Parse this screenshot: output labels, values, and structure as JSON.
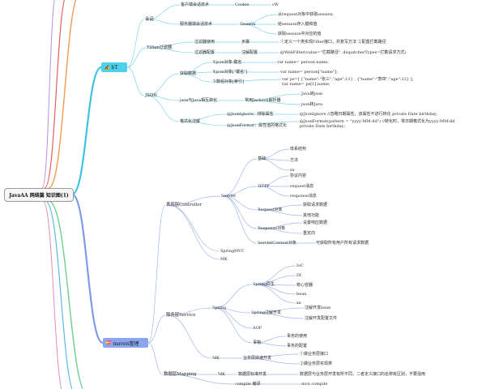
{
  "root": "JavaAA 网络篇 知识图(1)",
  "branch1": {
    "icon": "🔏",
    "label": "bT"
  },
  "branch2": {
    "icon": "💝",
    "label": "maven管理"
  },
  "nodes": {
    "huihua": "会话",
    "kh_save": "客户端会话技术",
    "cookie": "Cookie",
    "cookie_leaf": "cW",
    "fw_save": "服务器端会话技术",
    "session": "Session",
    "s1": "从request对象中获取session",
    "s2": "给session存入键和值",
    "s3": "获取session中对应的值",
    "filter": "Filter过滤器",
    "f_use": "过滤器使用",
    "f_steps": "步骤",
    "f_steps_leaf": "①定义一个类实现Filter接口，并复写方法 ②配置拦截路径",
    "f_conf": "过滤器配置",
    "f_anno": "注解配置",
    "f_anno_leaf": "@WebFilter(value=\"拦截路径\", dispatcherTypes=拦截请求方式)",
    "json": "JSON",
    "j_grammar": "获取数据",
    "j_g1": "①json对象.键名",
    "j_g1v": "var name= person.name;",
    "j_g2": "②json对象[\"键名\"]",
    "j_g2v": "var name= person[\"name\"];",
    "j_g3": "③数组对象[索引]",
    "j_g3v": "var ps=[ {\"name\":\"张三\",\"age\":11} , {\"name\":\"李四\",\"age\":12} ]; var name= ps[1].name;",
    "j_conv": "json与Java相互转化",
    "j_parser": "常用Jackson解析器",
    "j_p1": "Java转json",
    "j_p2": "json转Java",
    "j_fmt": "格式化注解",
    "j_ignore": "@JsonIgnore：排除属性",
    "j_ignore_leaf": "@JsonIgnore //忽略日期属性，该属性不进行转化 private Date birthday;",
    "j_format": "@JsonFormat：属性值的格式化",
    "j_format_leaf": "@JsonFormat(pattern = \"yyyy-MM-dd\") //转化时，将日期格式化为yyyy-MM-dd private Date birthday;",
    "ctrl": "表现层Controller",
    "servlet": "Servlet",
    "jichu": "基础",
    "tixi": "体系结构",
    "fangfa": "方法",
    "xx": "xx",
    "http": "HTTP",
    "xieyi": "协议内容",
    "request": "request消息",
    "response": "response消息",
    "req_obj": "Request对象",
    "req1": "获取请求数据",
    "req2": "其他功能",
    "resp_obj": "Response对象",
    "resp1": "设置响应数据",
    "resp2": "重定向",
    "ctx": "ServletContext对象",
    "ctx_leaf": "可获取所有用户所有请求数据",
    "springmvc": "SpringMVC",
    "mk1": "MK",
    "service": "服务层Service",
    "spring": "Spring",
    "spring_core": "Spring原生",
    "ioc": "IoC",
    "di": "DI",
    "hexin": "核心容器",
    "bean": "bean",
    "xx2": "xx",
    "spring_anno": "Spring注解开发",
    "anno1": "注解开发bean",
    "anno2": "注解开发配置文件",
    "aop": "AOP",
    "tx": "事物",
    "tx1": "事务的使用",
    "tx2": "事务的配置",
    "mk2": "MK",
    "quick": "业务层快速开发",
    "quick1": "①做业务层接口",
    "quick2": "②做业务层实现类",
    "dao": "数据层Mapping",
    "mk3": "MK",
    "dao_dev": "数据层标准开发",
    "dao_leaf": "数据层与业务层开发有所不同，二者定义接口的名称有区别，不要混用",
    "compile": "compile 编译",
    "compile_leaf": "mvn compile"
  }
}
